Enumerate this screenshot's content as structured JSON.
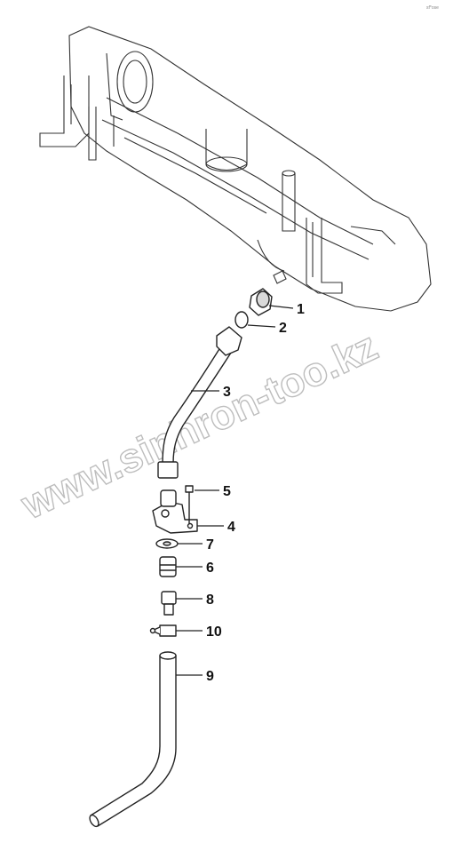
{
  "corner_mark": "sf*ose",
  "watermark": "www.sinhron-too.kz",
  "callouts": [
    {
      "id": "1",
      "label": "1"
    },
    {
      "id": "2",
      "label": "2"
    },
    {
      "id": "3",
      "label": "3"
    },
    {
      "id": "4",
      "label": "4"
    },
    {
      "id": "5",
      "label": "5"
    },
    {
      "id": "6",
      "label": "6"
    },
    {
      "id": "7",
      "label": "7"
    },
    {
      "id": "8",
      "label": "8"
    },
    {
      "id": "9",
      "label": "9"
    },
    {
      "id": "10",
      "label": "10"
    }
  ],
  "colors": {
    "line": "#222222",
    "watermark": "#bdbdbd",
    "fill_light": "#f2f2f2",
    "fill_shade": "#d9d9d9"
  }
}
